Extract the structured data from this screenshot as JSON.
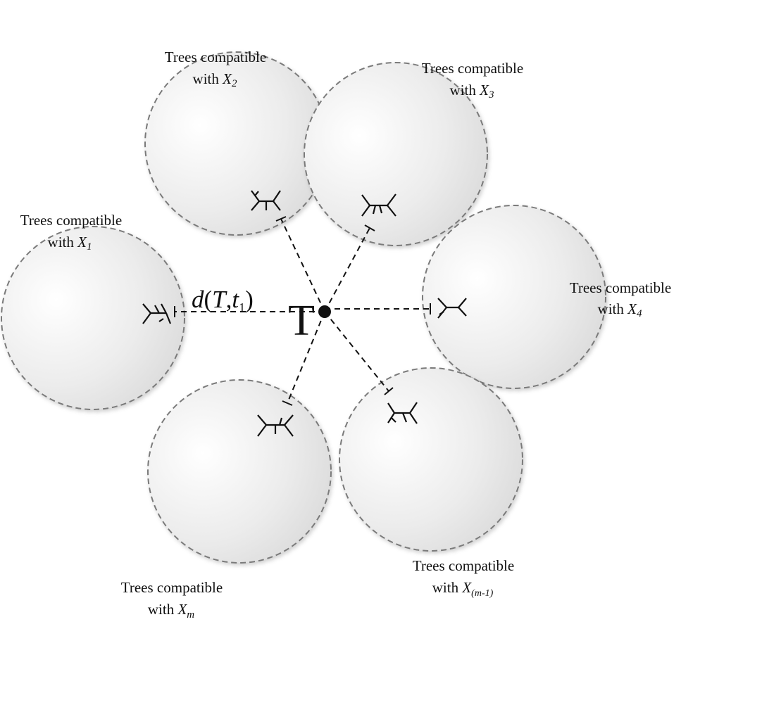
{
  "diagram": {
    "center": {
      "label": "T"
    },
    "distance": {
      "d": "d",
      "open": "(",
      "T": "T",
      "comma": ",",
      "t": "t",
      "sub": "1",
      "close": ")"
    },
    "sets": [
      {
        "id": "x1",
        "line1": "Trees compatible",
        "with": "with ",
        "var": "X",
        "sub": "1"
      },
      {
        "id": "x2",
        "line1": "Trees compatible",
        "with": "with ",
        "var": "X",
        "sub": "2"
      },
      {
        "id": "x3",
        "line1": "Trees compatible",
        "with": "with ",
        "var": "X",
        "sub": "3"
      },
      {
        "id": "x4",
        "line1": "Trees compatible",
        "with": "with ",
        "var": "X",
        "sub": "4"
      },
      {
        "id": "xm1",
        "line1": "Trees compatible",
        "with": "with ",
        "var": "X",
        "sub": "(m-1)"
      },
      {
        "id": "xm",
        "line1": "Trees compatible",
        "with": "with ",
        "var": "X",
        "sub": "m"
      }
    ]
  }
}
